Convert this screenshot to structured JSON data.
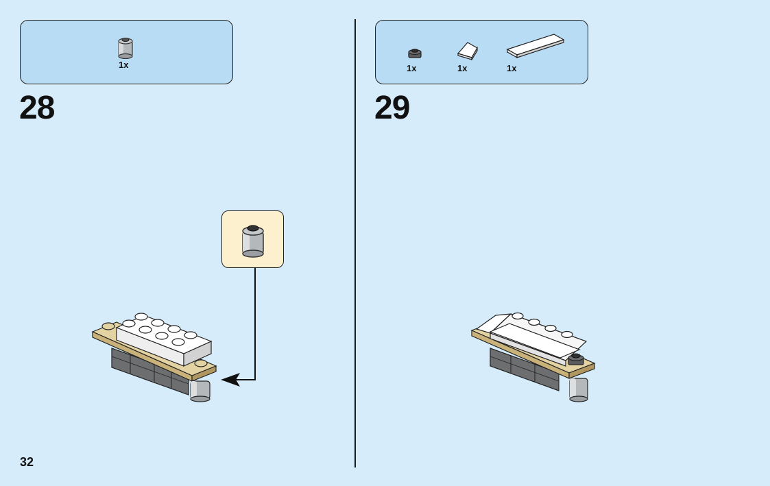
{
  "page": {
    "number": "32"
  },
  "steps": [
    {
      "number": "28",
      "parts": [
        {
          "icon": "round-brick-1x1-light-gray-icon",
          "qty": "1x"
        }
      ]
    },
    {
      "number": "29",
      "parts": [
        {
          "icon": "round-plate-1x1-dark-gray-icon",
          "qty": "1x"
        },
        {
          "icon": "slope-1x1-white-icon",
          "qty": "1x"
        },
        {
          "icon": "tile-1x4-white-icon",
          "qty": "1x"
        }
      ]
    }
  ],
  "colors": {
    "background": "#d6ecfa",
    "parts_box": "#b9dcf5",
    "callout": "#fdf0cf"
  }
}
